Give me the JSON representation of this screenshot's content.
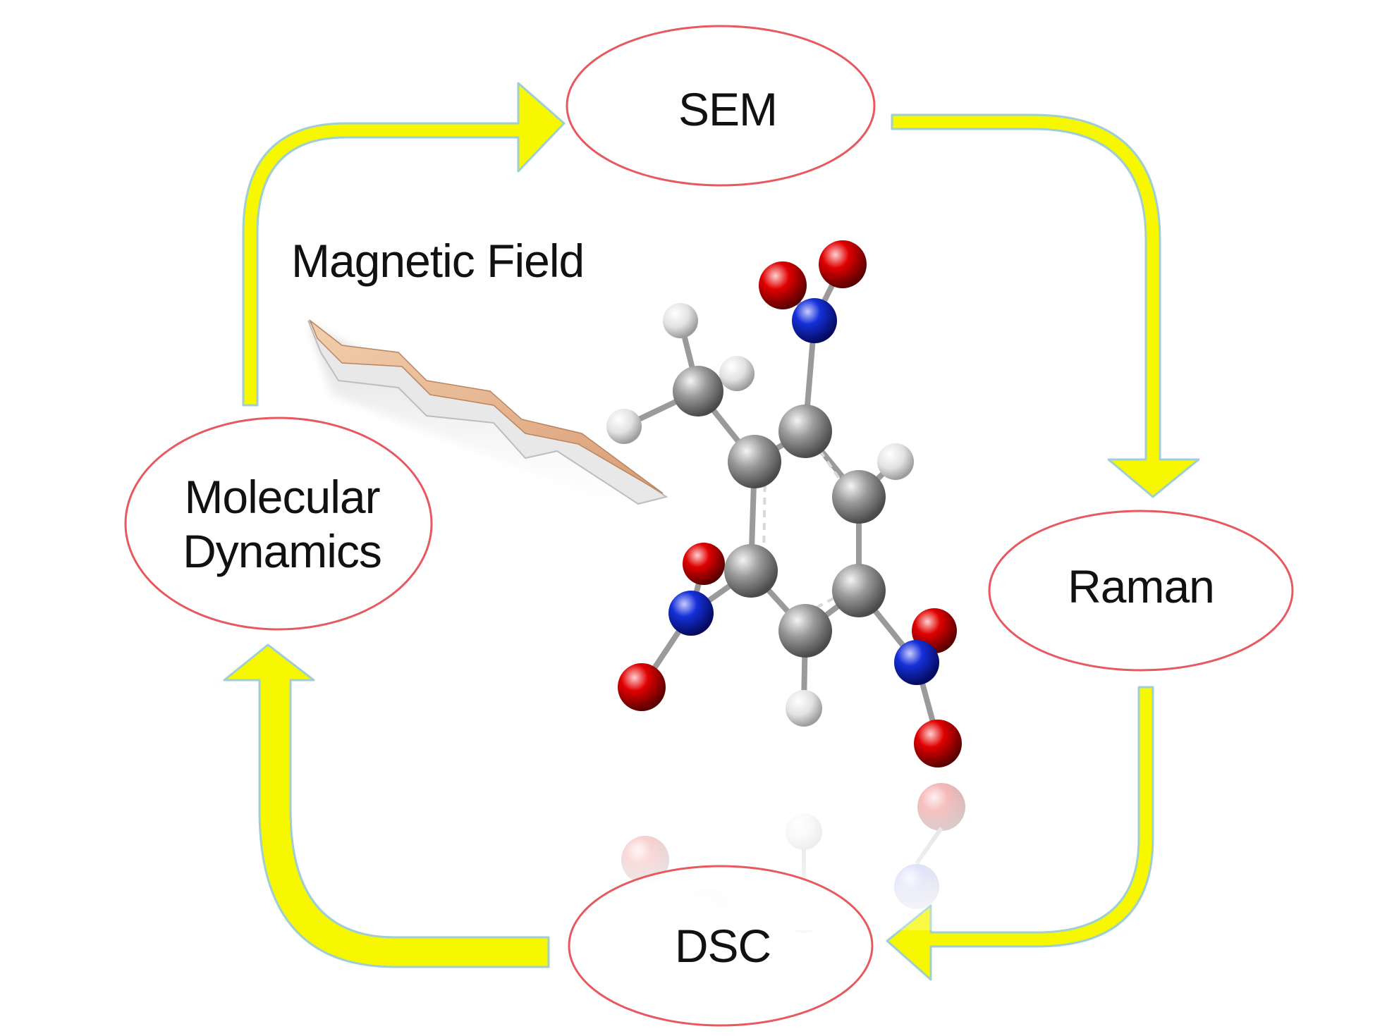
{
  "nodes": {
    "sem": "SEM",
    "raman": "Raman",
    "dsc": "DSC",
    "md_line1": "Molecular",
    "md_line2": "Dynamics"
  },
  "field_label": "Magnetic Field",
  "colors": {
    "arrow_fill": "#f7f700",
    "arrow_edge": "#9fcfd0",
    "ellipse_stroke": "#e8585f",
    "carbon": "#8a8a8a",
    "hydrogen": "#e6e6e6",
    "nitrogen": "#1024c8",
    "oxygen": "#d40000",
    "ribbon": "#e9b894"
  },
  "molecule": {
    "name_hint": "trinitrotoluene",
    "atoms": [
      "C",
      "C",
      "C",
      "C",
      "C",
      "C",
      "C",
      "H",
      "H",
      "H",
      "H",
      "H",
      "N",
      "O",
      "O",
      "N",
      "O",
      "O",
      "N",
      "O",
      "O"
    ]
  }
}
